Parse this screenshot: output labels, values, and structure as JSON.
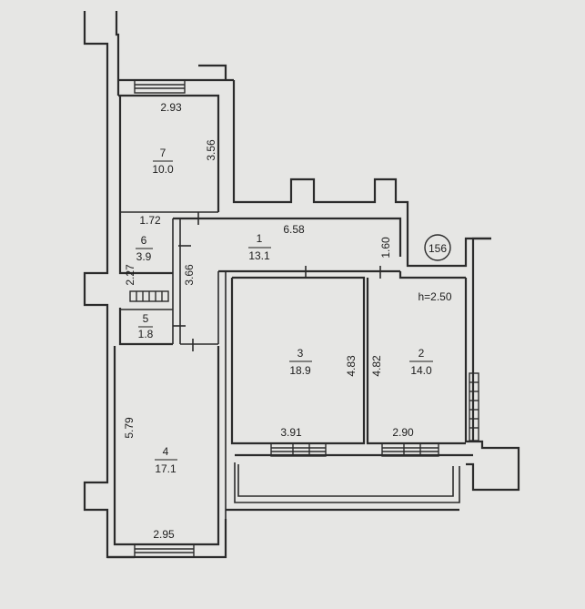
{
  "plan": {
    "building_number": "156",
    "ceiling_height": "h=2.50",
    "rooms": [
      {
        "id": "1",
        "area": "13.1"
      },
      {
        "id": "2",
        "area": "14.0"
      },
      {
        "id": "3",
        "area": "18.9"
      },
      {
        "id": "4",
        "area": "17.1"
      },
      {
        "id": "5",
        "area": "1.8"
      },
      {
        "id": "6",
        "area": "3.9"
      },
      {
        "id": "7",
        "area": "10.0"
      }
    ],
    "dimensions": {
      "room7_width": "2.93",
      "room7_depth": "3.56",
      "room6_width": "1.72",
      "room6_depth": "2.27",
      "corridor_length": "6.58",
      "corridor_depth_right": "1.60",
      "corridor_depth_left": "3.66",
      "room3_depth": "4.83",
      "room3_width": "3.91",
      "room2_depth": "4.82",
      "room2_width": "2.90",
      "room4_depth": "5.79",
      "room4_width": "2.95"
    }
  }
}
